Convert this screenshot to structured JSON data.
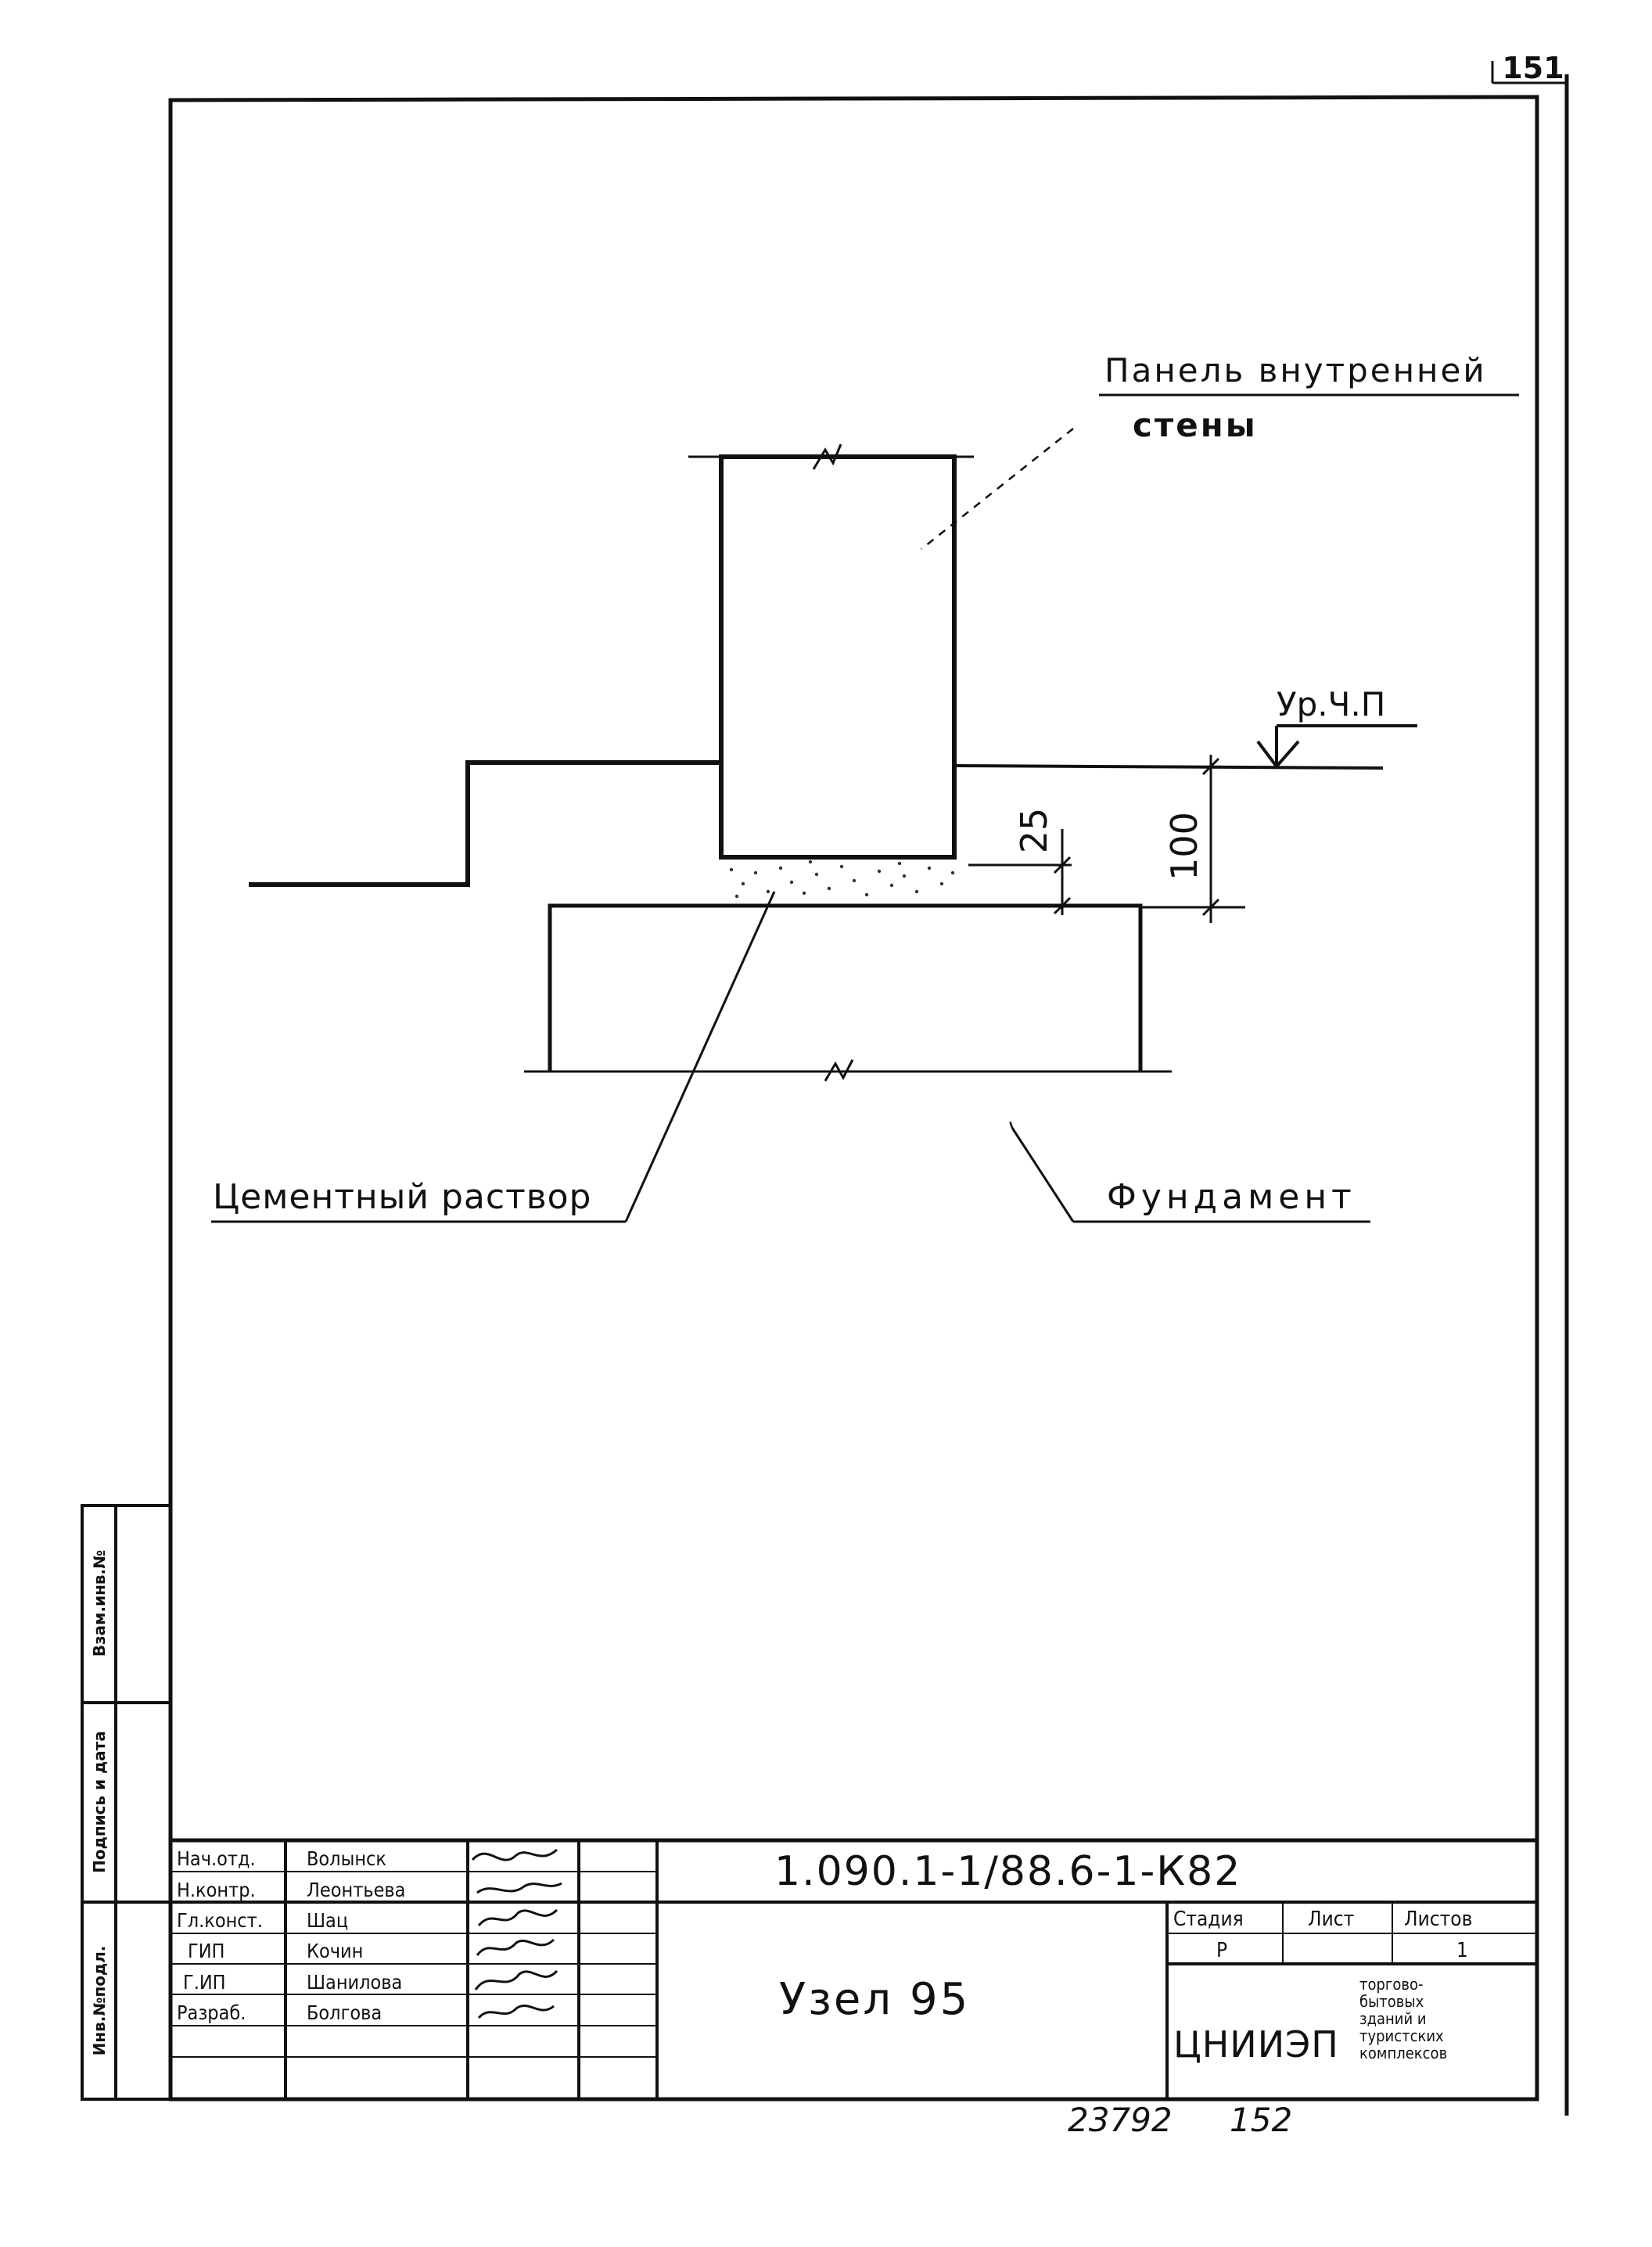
{
  "sheet_number": "151",
  "drawing": {
    "label_panel_line1": "Панель внутренней",
    "label_panel_line2": "стены",
    "label_level": "Ур.Ч.П",
    "label_mortar": "Цементный раствор",
    "label_foundation": "Фундамент",
    "dim_25": "25",
    "dim_100": "100"
  },
  "side_stamp": {
    "inv_no_orig": "Инв.№подл.",
    "sign_date": "Подпись и дата",
    "inv_no_replace": "Взам.инв.№"
  },
  "title_block": {
    "roles": [
      "Нач.отд.",
      "Н.контр.",
      "Гл.конст.",
      "ГИП",
      "Г.ИП",
      "Разраб."
    ],
    "names": [
      "Волынск",
      "Леонтьева",
      "Шац",
      "Кочин",
      "Шанилова",
      "Болгова"
    ],
    "designation": "1.090.1-1/88.6-1-К82",
    "title": "Узел 95",
    "stage_header": "Стадия",
    "sheet_header": "Лист",
    "sheets_header": "Листов",
    "stage": "Р",
    "sheet": "",
    "sheets": "1",
    "organization": "ЦНИИЭП",
    "org_desc_1": "торгово-",
    "org_desc_2": "бытовых",
    "org_desc_3": "зданий и",
    "org_desc_4": "туристских",
    "org_desc_5": "комплексов"
  },
  "footer": {
    "archive_no": "23792",
    "page_no": "152"
  }
}
